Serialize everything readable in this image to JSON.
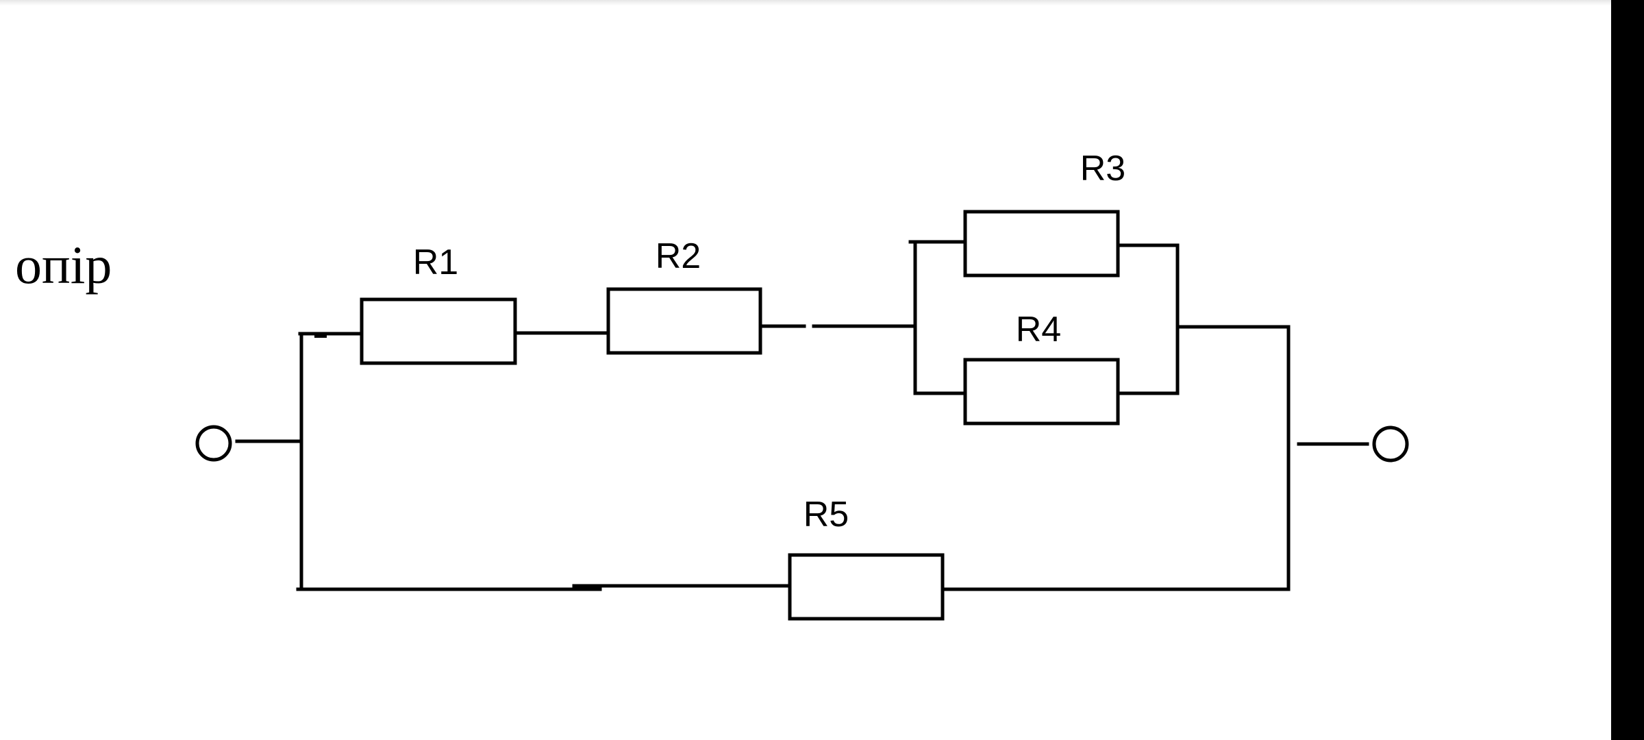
{
  "caption": "опір",
  "colors": {
    "background": "#ffffff",
    "ink": "#000000",
    "side_bar": "#000000"
  },
  "circuit": {
    "title": "опір",
    "resistors": [
      {
        "id": "R1",
        "label": "R1",
        "branch": "upper",
        "connection": "series"
      },
      {
        "id": "R2",
        "label": "R2",
        "branch": "upper",
        "connection": "series"
      },
      {
        "id": "R3",
        "label": "R3",
        "branch": "upper",
        "connection": "parallel with R4"
      },
      {
        "id": "R4",
        "label": "R4",
        "branch": "upper",
        "connection": "parallel with R3"
      },
      {
        "id": "R5",
        "label": "R5",
        "branch": "lower",
        "connection": "parallel with upper branch"
      }
    ],
    "terminals": [
      {
        "id": "input",
        "side": "left"
      },
      {
        "id": "output",
        "side": "right"
      }
    ],
    "topology": "(R1 + R2 + (R3 || R4)) || R5"
  }
}
